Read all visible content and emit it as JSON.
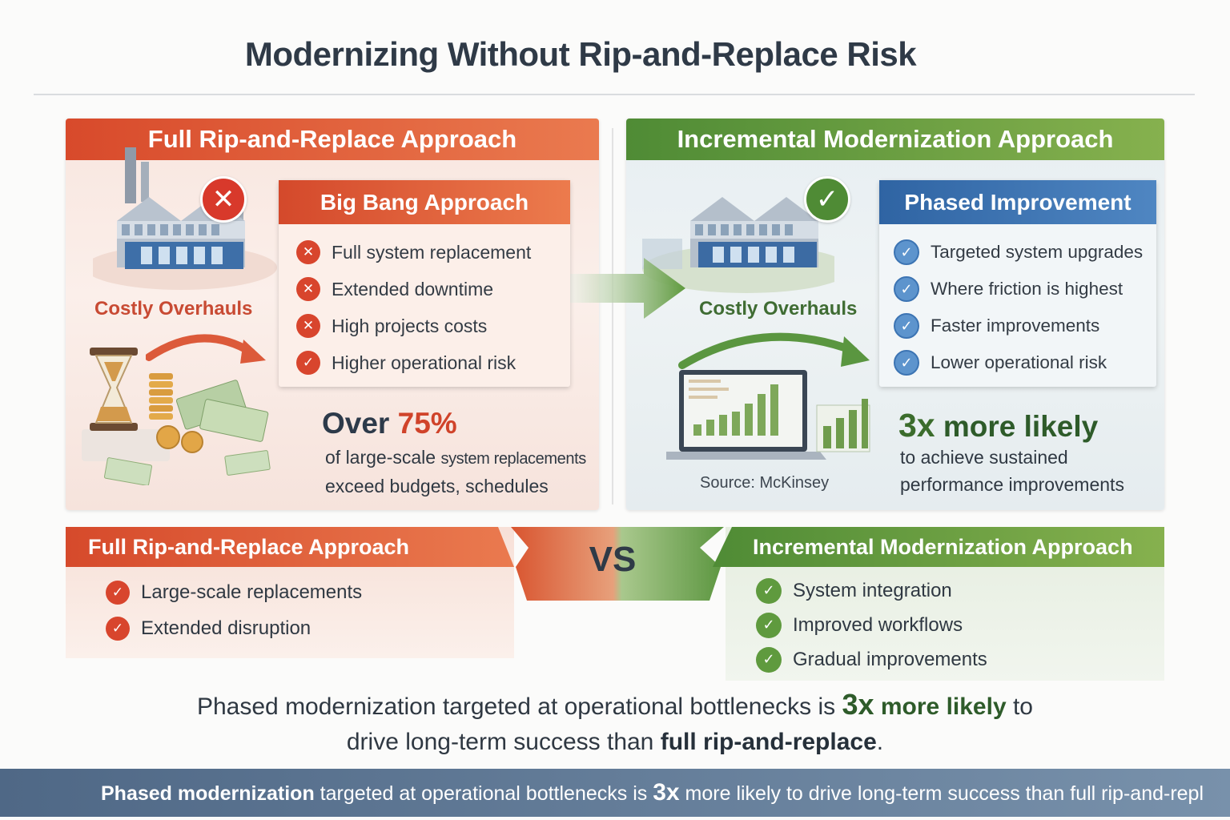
{
  "title": "Modernizing Without Rip-and-Replace Risk",
  "left_panel": {
    "header": "Full Rip-and-Replace Approach",
    "status_symbol": "✕",
    "card": {
      "title": "Big Bang Approach",
      "items": [
        {
          "icon": "x",
          "label": "Full system replacement"
        },
        {
          "icon": "x",
          "label": "Extended downtime"
        },
        {
          "icon": "x",
          "label": "High projects costs"
        },
        {
          "icon": "check",
          "label": "Higher operational risk"
        }
      ]
    },
    "costly_label": "Costly Overhauls",
    "stat_prefix": "Over ",
    "stat_value": "75%",
    "stat_line1_a": "of large-scale ",
    "stat_line1_b": "system replacements",
    "stat_line2": "exceed budgets, schedules"
  },
  "right_panel": {
    "header": "Incremental Modernization Approach",
    "status_symbol": "✓",
    "card": {
      "title": "Phased Improvement",
      "items": [
        {
          "icon": "check",
          "label": "Targeted system upgrades"
        },
        {
          "icon": "check",
          "label": "Where friction is highest"
        },
        {
          "icon": "check",
          "label": "Faster improvements"
        },
        {
          "icon": "check",
          "label": "Lower operational risk"
        }
      ]
    },
    "costly_label": "Costly Overhauls",
    "stat_value": "3x",
    "stat_suffix": " more likely",
    "stat_line1": "to achieve sustained",
    "stat_line2": "performance improvements",
    "source": "Source: McKinsey"
  },
  "comparison": {
    "left_header": "Full Rip-and-Replace Approach",
    "left_items": [
      "Large-scale replacements",
      "Extended disruption"
    ],
    "vs": "VS",
    "right_header": "Incremental Modernization Approach",
    "right_items": [
      "System integration",
      "Improved workflows",
      "Gradual improvements"
    ]
  },
  "summary": {
    "part1": "Phased modernization targeted at operational bottlenecks is ",
    "value": "3x",
    "part2": " more likely",
    "part3": " to",
    "line2_a": "drive long-term success than ",
    "line2_b": "full rip-and-replace",
    "line2_c": "."
  },
  "footer": {
    "bold": "Phased modernization",
    "part1": " targeted at operational bottlenecks is ",
    "value": "3x",
    "part2": " more likely to drive long-term success than full rip-and-repl"
  },
  "colors": {
    "red_accent": "#d8452d",
    "green_accent": "#4f8b35",
    "blue_accent": "#2f64a3",
    "footer_bar": "#5b7493"
  }
}
